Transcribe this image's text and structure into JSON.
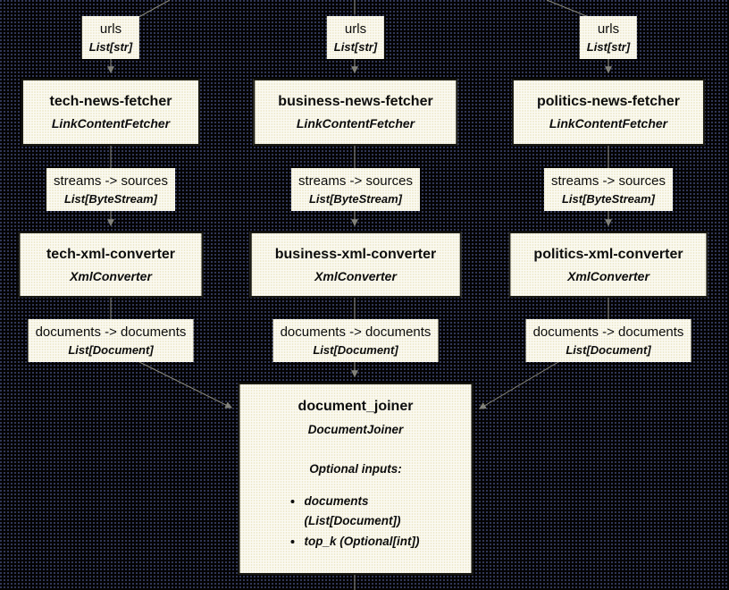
{
  "theme": {
    "background": "#29271c",
    "background_dot": "#000000",
    "background_accent_dot": "#363d63",
    "node_fill": "#fbfaf3",
    "node_border": "#191913",
    "edge_label_fill": "#fbfaf3",
    "edge_color": "#8b8a7f",
    "arrow_color": "#82827a",
    "text_color": "#0d0d0d"
  },
  "columns": [
    {
      "id": "tech",
      "urls_label": {
        "name": "urls",
        "type": "List[str]"
      },
      "fetcher": {
        "name": "tech-news-fetcher",
        "class": "LinkContentFetcher"
      },
      "streams_label": {
        "name": "streams -> sources",
        "type": "List[ByteStream]"
      },
      "converter": {
        "name": "tech-xml-converter",
        "class": "XmlConverter"
      },
      "documents_label": {
        "name": "documents -> documents",
        "type": "List[Document]"
      }
    },
    {
      "id": "business",
      "urls_label": {
        "name": "urls",
        "type": "List[str]"
      },
      "fetcher": {
        "name": "business-news-fetcher",
        "class": "LinkContentFetcher"
      },
      "streams_label": {
        "name": "streams -> sources",
        "type": "List[ByteStream]"
      },
      "converter": {
        "name": "business-xml-converter",
        "class": "XmlConverter"
      },
      "documents_label": {
        "name": "documents -> documents",
        "type": "List[Document]"
      }
    },
    {
      "id": "politics",
      "urls_label": {
        "name": "urls",
        "type": "List[str]"
      },
      "fetcher": {
        "name": "politics-news-fetcher",
        "class": "LinkContentFetcher"
      },
      "streams_label": {
        "name": "streams -> sources",
        "type": "List[ByteStream]"
      },
      "converter": {
        "name": "politics-xml-converter",
        "class": "XmlConverter"
      },
      "documents_label": {
        "name": "documents -> documents",
        "type": "List[Document]"
      }
    }
  ],
  "joiner": {
    "name": "document_joiner",
    "class": "DocumentJoiner",
    "optional_header": "Optional inputs:",
    "optional_inputs": [
      "documents (List[Document])",
      "top_k (Optional[int])"
    ]
  }
}
